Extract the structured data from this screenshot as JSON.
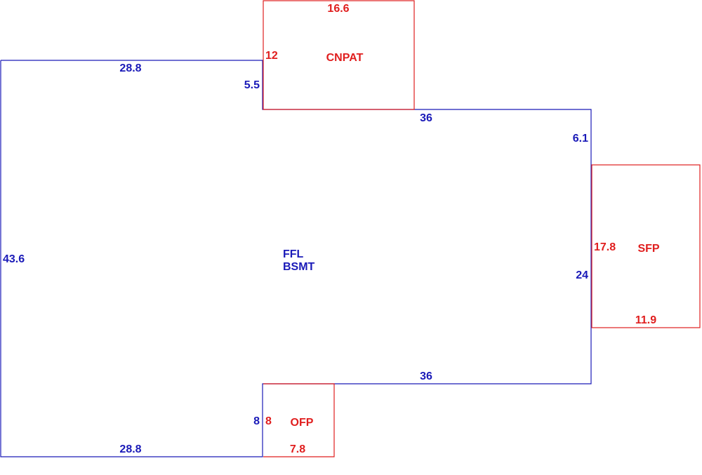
{
  "colors": {
    "main": "#1a1ab8",
    "addition": "#e01e1e",
    "background": "#ffffff"
  },
  "main_area": {
    "name_line1": "FFL",
    "name_line2": "BSMT",
    "dims": {
      "top_left": "28.8",
      "notch_left": "5.5",
      "top_right": "36",
      "right_upper": "6.1",
      "left": "43.6",
      "right_lower": "24",
      "bottom_right": "36",
      "notch_bottom": "8",
      "bottom_left": "28.8"
    }
  },
  "cnpat": {
    "name": "CNPAT",
    "dims": {
      "top": "16.6",
      "left": "12"
    }
  },
  "sfp": {
    "name": "SFP",
    "dims": {
      "left": "17.8",
      "bottom": "11.9"
    }
  },
  "ofp": {
    "name": "OFP",
    "dims": {
      "left": "8",
      "bottom": "7.8"
    }
  }
}
